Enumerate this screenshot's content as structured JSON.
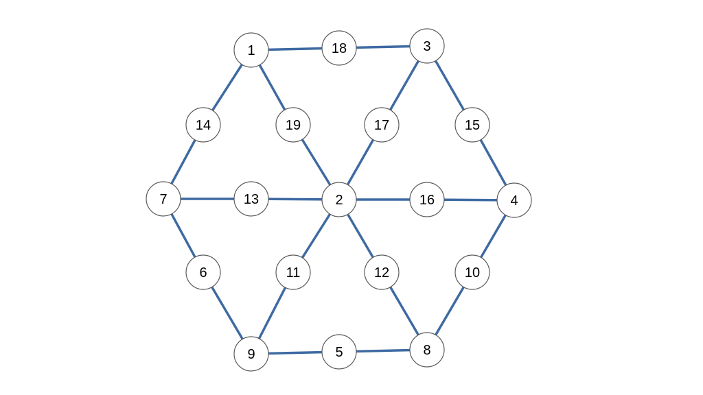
{
  "diagram": {
    "edge_color": "#3e6aa2",
    "node_fill": "#ffffff",
    "node_stroke": "#5a5a5a",
    "nodes": [
      {
        "id": "1",
        "label": "1"
      },
      {
        "id": "2",
        "label": "2"
      },
      {
        "id": "3",
        "label": "3"
      },
      {
        "id": "4",
        "label": "4"
      },
      {
        "id": "5",
        "label": "5"
      },
      {
        "id": "6",
        "label": "6"
      },
      {
        "id": "7",
        "label": "7"
      },
      {
        "id": "8",
        "label": "8"
      },
      {
        "id": "9",
        "label": "9"
      },
      {
        "id": "10",
        "label": "10"
      },
      {
        "id": "11",
        "label": "11"
      },
      {
        "id": "12",
        "label": "12"
      },
      {
        "id": "13",
        "label": "13"
      },
      {
        "id": "14",
        "label": "14"
      },
      {
        "id": "15",
        "label": "15"
      },
      {
        "id": "16",
        "label": "16"
      },
      {
        "id": "17",
        "label": "17"
      },
      {
        "id": "18",
        "label": "18"
      },
      {
        "id": "19",
        "label": "19"
      }
    ],
    "edges": [
      [
        "1",
        "18"
      ],
      [
        "18",
        "3"
      ],
      [
        "1",
        "14"
      ],
      [
        "14",
        "7"
      ],
      [
        "1",
        "19"
      ],
      [
        "19",
        "2"
      ],
      [
        "3",
        "17"
      ],
      [
        "17",
        "2"
      ],
      [
        "3",
        "15"
      ],
      [
        "15",
        "4"
      ],
      [
        "7",
        "13"
      ],
      [
        "13",
        "2"
      ],
      [
        "2",
        "16"
      ],
      [
        "16",
        "4"
      ],
      [
        "7",
        "6"
      ],
      [
        "6",
        "9"
      ],
      [
        "2",
        "11"
      ],
      [
        "11",
        "9"
      ],
      [
        "2",
        "12"
      ],
      [
        "12",
        "8"
      ],
      [
        "4",
        "10"
      ],
      [
        "10",
        "8"
      ],
      [
        "9",
        "5"
      ],
      [
        "5",
        "8"
      ]
    ]
  }
}
